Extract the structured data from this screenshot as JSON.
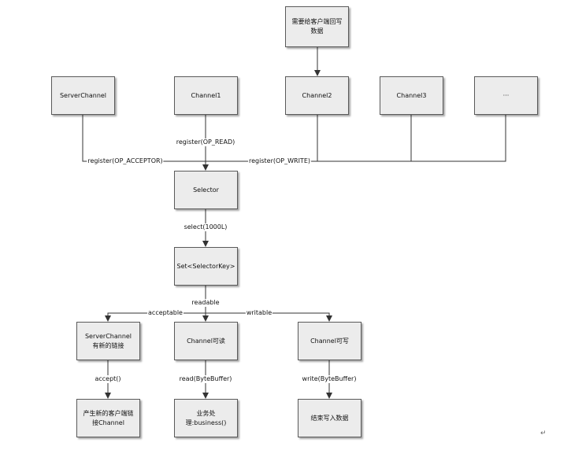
{
  "nodes": {
    "client_write": "需要给客户端回写\n数据",
    "server_channel": "ServerChannel",
    "channel1": "Channel1",
    "channel2": "Channel2",
    "channel3": "Channel3",
    "more": "···",
    "selector": "Selector",
    "set_selector_key": "Set<SelectorKey>",
    "server_channel_new": "ServerChannel\n有新的链接",
    "channel_readable": "Channel可读",
    "channel_writable": "Channel可写",
    "new_client_channel": "产生新的客户端链\n接Channel",
    "business": "业务处理:business()",
    "write_end": "结束写入数据"
  },
  "edges": {
    "register_read": "register(OP_READ)",
    "register_acceptor": "register(OP_ACCEPTOR)",
    "register_write": "register(OP_WRITE)",
    "select": "select(1000L)",
    "readable": "readable",
    "acceptable": "acceptable",
    "writable": "writable",
    "accept": "accept()",
    "read_buffer": "read(ByteBuffer)",
    "write_buffer": "write(ByteBuffer)"
  },
  "paragraph_mark": "↵"
}
